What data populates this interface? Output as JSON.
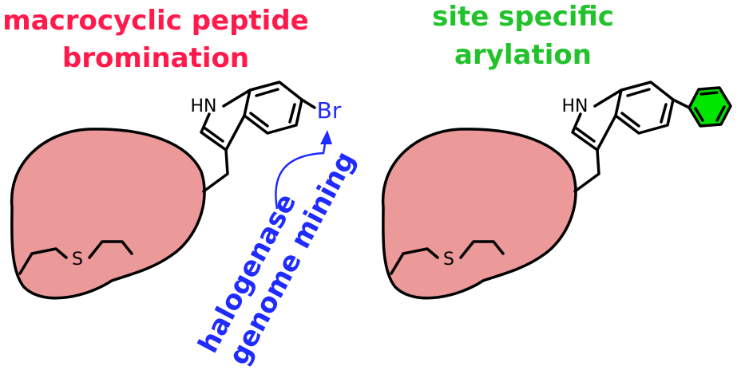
{
  "left_panel": {
    "title_line1": "macrocyclic peptide",
    "title_line2": "bromination",
    "title_color": "#ff1a4b",
    "nh_label": "HN",
    "br_label": "Br",
    "s_label": "S"
  },
  "annotation": {
    "line1": "halogenase",
    "line2": "genome mining",
    "color": "#1f2bff"
  },
  "right_panel": {
    "title_line1": "site specific",
    "title_line2": "arylation",
    "title_color": "#22c22a",
    "nh_label": "HN",
    "s_label": "S",
    "phenyl_color": "#00e600"
  },
  "colors": {
    "macrocycle_fill": "#eb9999",
    "bond": "#000000"
  }
}
